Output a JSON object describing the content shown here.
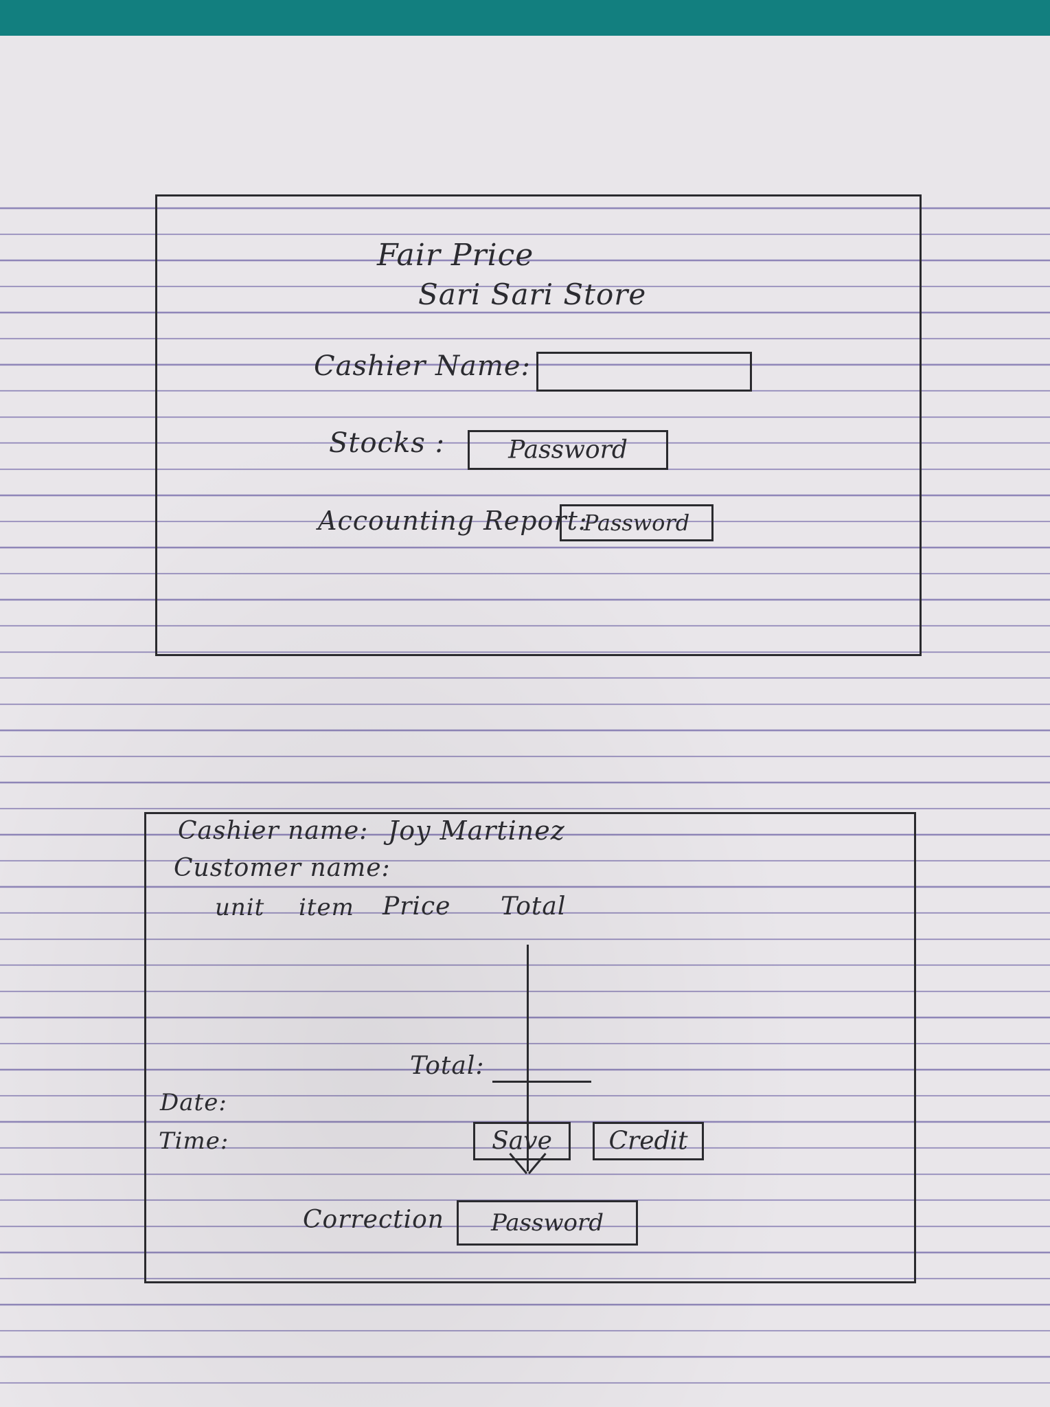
{
  "login_screen": {
    "title_line1": "Fair   Price",
    "title_line2": "Sari  Sari  Store",
    "cashier_name_label": "Cashier  Name:",
    "cashier_name_value": "",
    "stocks_label": "Stocks :",
    "stocks_password_placeholder": "Password",
    "accounting_label": "Accounting Report:",
    "accounting_password_placeholder": "Password"
  },
  "sales_screen": {
    "cashier_name_label": "Cashier name:",
    "cashier_name_value": "Joy   Martinez",
    "customer_name_label": "Customer name:",
    "columns": [
      "unit",
      "item",
      "Price",
      "Total"
    ],
    "total_label": "Total:",
    "date_label": "Date:",
    "time_label": "Time:",
    "save_button": "Save",
    "credit_button": "Credit",
    "correction_label": "Correction",
    "correction_password_placeholder": "Password"
  }
}
